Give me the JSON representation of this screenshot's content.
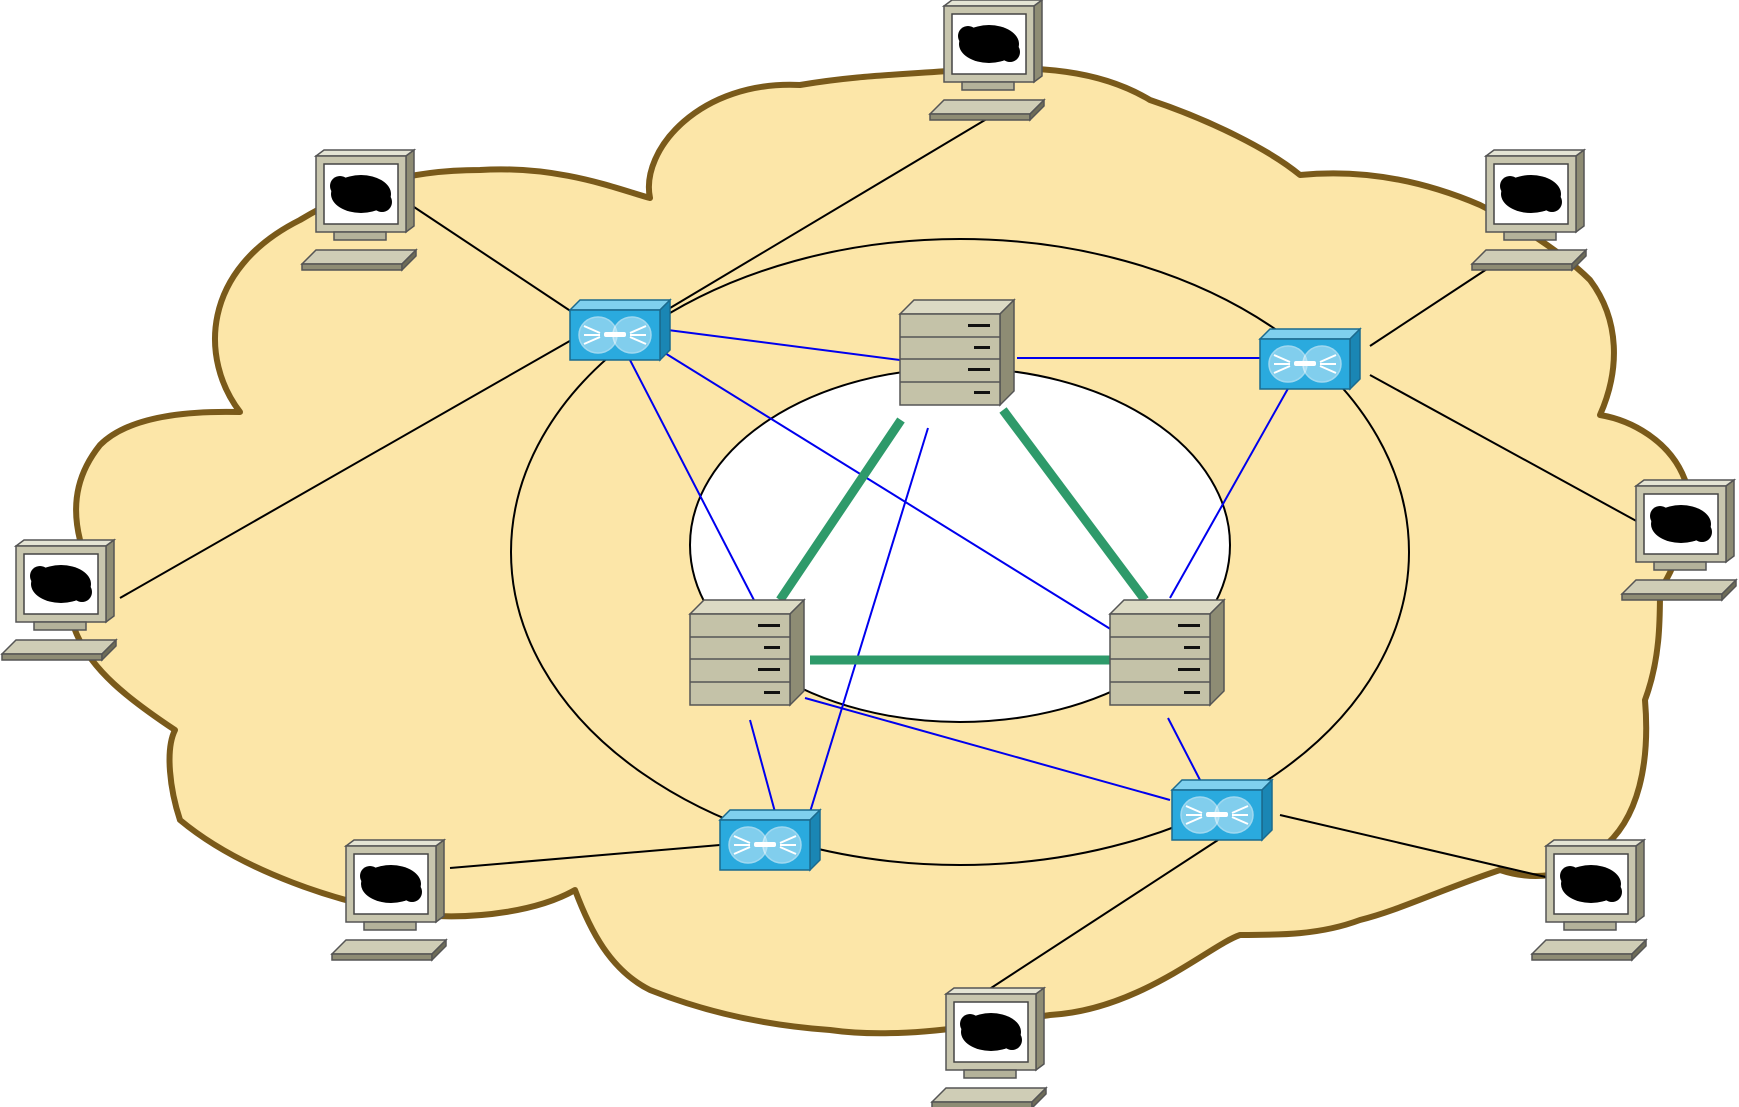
{
  "diagram": {
    "type": "network-topology",
    "colors": {
      "cloud_fill": "#fce6a8",
      "cloud_border": "#7a5a1a",
      "inner_zone_fill": "#ffffff",
      "ring_stroke": "#000000",
      "client_link": "#000000",
      "router_link": "#0000ee",
      "server_link": "#2e9a6a",
      "router_body": "#2aaade",
      "server_body": "#c4c2a8"
    },
    "icons": {
      "client": "workstation-icon",
      "router": "router-icon",
      "server": "server-icon"
    },
    "servers": [
      {
        "id": "server-top"
      },
      {
        "id": "server-left"
      },
      {
        "id": "server-right"
      }
    ],
    "routers": [
      {
        "id": "router-top-left"
      },
      {
        "id": "router-top-right"
      },
      {
        "id": "router-bottom-left"
      },
      {
        "id": "router-bottom-right"
      }
    ],
    "clients": [
      {
        "id": "client-top"
      },
      {
        "id": "client-upper-left"
      },
      {
        "id": "client-left"
      },
      {
        "id": "client-upper-right"
      },
      {
        "id": "client-right"
      },
      {
        "id": "client-lower-left"
      },
      {
        "id": "client-bottom"
      },
      {
        "id": "client-lower-right"
      }
    ],
    "server_links": [
      [
        "server-top",
        "server-left"
      ],
      [
        "server-top",
        "server-right"
      ],
      [
        "server-left",
        "server-right"
      ]
    ],
    "router_links": [
      [
        "router-top-left",
        "server-top"
      ],
      [
        "router-top-left",
        "server-left"
      ],
      [
        "router-top-left",
        "server-right"
      ],
      [
        "router-top-right",
        "server-top"
      ],
      [
        "router-top-right",
        "server-right"
      ],
      [
        "router-bottom-left",
        "server-left"
      ],
      [
        "router-bottom-left",
        "server-top"
      ],
      [
        "router-bottom-right",
        "server-left"
      ],
      [
        "router-bottom-right",
        "server-right"
      ]
    ],
    "client_links": [
      [
        "client-top",
        "router-top-left"
      ],
      [
        "client-upper-left",
        "router-top-left"
      ],
      [
        "client-left",
        "router-top-left"
      ],
      [
        "client-upper-right",
        "router-top-right"
      ],
      [
        "client-right",
        "router-top-right"
      ],
      [
        "client-lower-left",
        "router-bottom-left"
      ],
      [
        "client-bottom",
        "router-bottom-right"
      ],
      [
        "client-lower-right",
        "router-bottom-right"
      ]
    ]
  }
}
